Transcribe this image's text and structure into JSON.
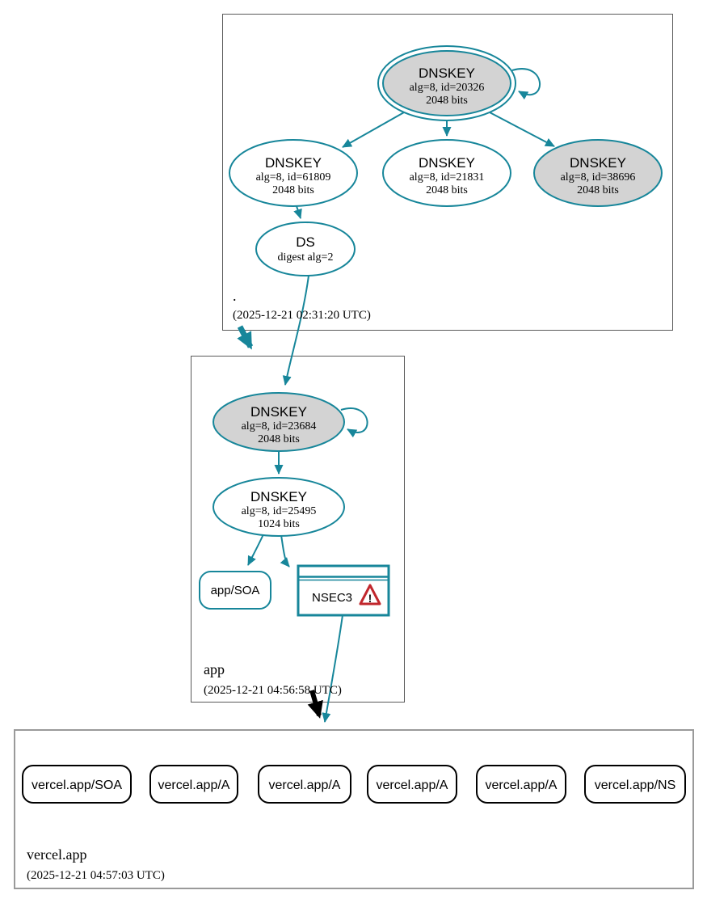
{
  "zones": [
    {
      "name": ".",
      "timestamp": "(2025-12-21 02:31:20 UTC)"
    },
    {
      "name": "app",
      "timestamp": "(2025-12-21 04:56:58 UTC)"
    },
    {
      "name": "vercel.app",
      "timestamp": "(2025-12-21 04:57:03 UTC)"
    }
  ],
  "nodes": {
    "root_ksk": {
      "type": "DNSKEY",
      "detail": "alg=8, id=20326",
      "size": "2048 bits"
    },
    "root_zsk_61809": {
      "type": "DNSKEY",
      "detail": "alg=8, id=61809",
      "size": "2048 bits"
    },
    "root_zsk_21831": {
      "type": "DNSKEY",
      "detail": "alg=8, id=21831",
      "size": "2048 bits"
    },
    "root_zsk_38696": {
      "type": "DNSKEY",
      "detail": "alg=8, id=38696",
      "size": "2048 bits"
    },
    "root_ds": {
      "type": "DS",
      "detail": "digest alg=2"
    },
    "app_ksk": {
      "type": "DNSKEY",
      "detail": "alg=8, id=23684",
      "size": "2048 bits"
    },
    "app_zsk": {
      "type": "DNSKEY",
      "detail": "alg=8, id=25495",
      "size": "1024 bits"
    },
    "app_soa": {
      "label": "app/SOA"
    },
    "app_nsec3": {
      "label": "NSEC3",
      "icon": "warning-triangle-icon",
      "warning_mark": "!"
    },
    "vercel_soa": {
      "label": "vercel.app/SOA"
    },
    "vercel_a_1": {
      "label": "vercel.app/A"
    },
    "vercel_a_2": {
      "label": "vercel.app/A"
    },
    "vercel_a_3": {
      "label": "vercel.app/A"
    },
    "vercel_a_4": {
      "label": "vercel.app/A"
    },
    "vercel_ns": {
      "label": "vercel.app/NS"
    }
  },
  "colors": {
    "secure_edge": "#17869a",
    "insecure_edge": "#000000",
    "key_node_fill": "#d3d3d3",
    "warning": "#c1272d"
  }
}
